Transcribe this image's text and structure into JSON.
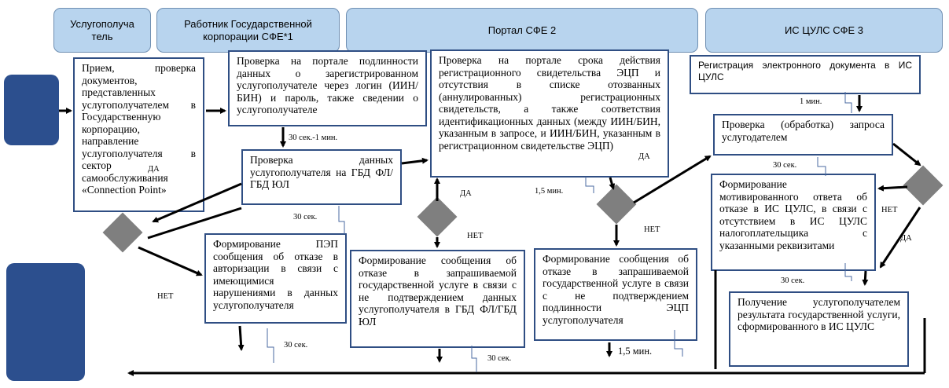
{
  "lanes": [
    "Услугополуча тель",
    "Работник Государственной корпорации СФЕ*1",
    "Портал СФЕ 2",
    "ИС ЦУЛС СФЕ 3"
  ],
  "boxes": {
    "intake": "Прием, проверка документов, представленных услугополучателем в Государственную корпорацию, направление услугополучателя в сектор самообслуживания «Connection Point»",
    "portal_auth": "Проверка на портале подлинности данных о зарегистрированном услугополучателе через логин (ИИН/БИН) и пароль, также сведении о услугополучателе",
    "portal_ecp": "Проверка на портале срока действия регистрационного свидетельства ЭЦП и отсутствия в списке отозванных (аннулированных) регистрационных свидетельств, а также соответствия идентификационных данных (между ИИН/БИН, указанным в запросе, и ИИН/БИН, указанным в регистрационном свидетельстве ЭЦП)",
    "gbd_check": "Проверка данных услугополучателя на ГБД ФЛ/ГБД ЮЛ",
    "pep_refusal": "Формирование ПЭП сообщения об отказе в авторизации в связи с имеющимися нарушениями в данных услугополучателя",
    "gbd_refusal": "Формирование сообщения об отказе в запрашиваемой государственной услуге в связи с не подтверждением данных услугополучателя в ГБД ФЛ/ГБД ЮЛ",
    "ecp_refusal": "Формирование сообщения об отказе в запрашиваемой государственной услуге в связи с не подтверждением подлинности ЭЦП услугополучателя",
    "cuts_register": "Регистрация электронного документа в ИС ЦУЛС",
    "provider_check": "Проверка (обработка) запроса услугодателем",
    "motivated_refusal": "Формирование мотивированного ответа об отказе в ИС ЦУЛС, в связи с отсутствием в ИС ЦУЛС налогоплательщика с указанными реквизитами",
    "result": "Получение услугополучателем результата государственной услуги, сформированного в ИС ЦУЛС"
  },
  "labels": {
    "t_30_1min": "30 сек.-1 мин.",
    "t_30_a": "30 сек.",
    "t_30_b": "30 сек.",
    "t_30_c": "30 сек.",
    "t_30_d": "30 сек.",
    "t_30_e": "30 сек.",
    "t_1min": "1 мин.",
    "t_15min_a": "1,5 мин.",
    "t_15min_b": "1,5 мин.",
    "da_1": "ДА",
    "da_2": "ДА",
    "da_3": "ДА",
    "da_4": "ДА",
    "net_1": "НЕТ",
    "net_2": "НЕТ",
    "net_3": "НЕТ",
    "net_4": "НЕТ"
  },
  "colors": {
    "lane_fill": "#b8d4ee",
    "side_block": "#2c4f8e",
    "box_border": "#2f4e83",
    "diamond": "#7f7f7f"
  }
}
